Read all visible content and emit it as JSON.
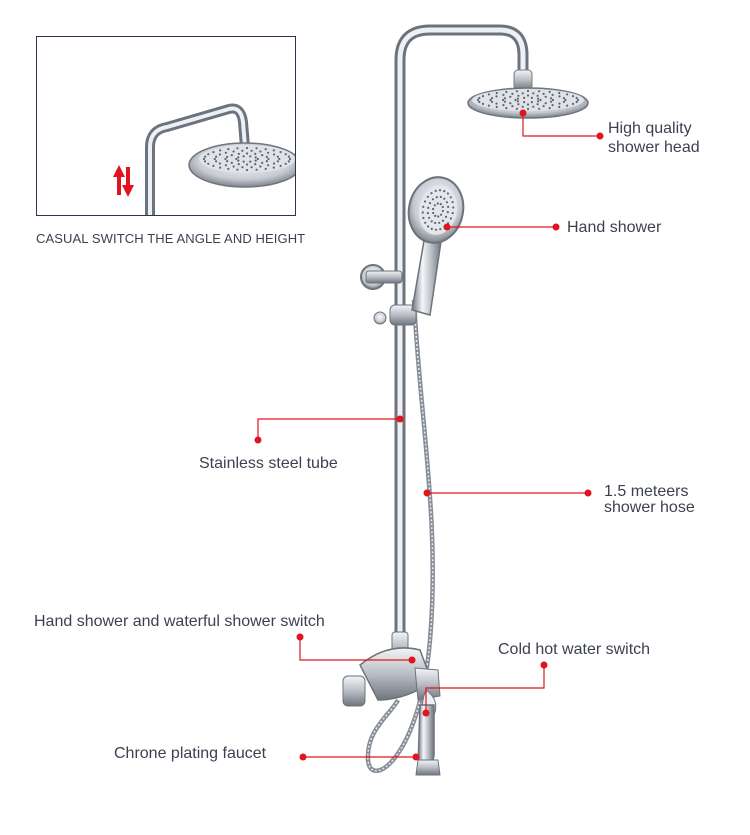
{
  "inset": {
    "caption": "CASUAL SWITCH THE ANGLE AND HEIGHT",
    "arrow_icon": "up-down-arrows-icon"
  },
  "callouts": {
    "shower_head": {
      "line1": "High quality",
      "line2": "shower head"
    },
    "hand_shower": "Hand shower",
    "tube": "Stainless steel tube",
    "hose": {
      "line1": "1.5 meteers",
      "line2": "shower hose"
    },
    "switch": "Hand shower and waterful shower switch",
    "cold_hot": "Cold hot water switch",
    "faucet": "Chrone plating faucet"
  },
  "colors": {
    "callout_red": "#e0141e",
    "frame": "#2a3550",
    "text": "#3c4150",
    "chrome_dark": "#7d838c",
    "chrome_light": "#f1f3f6"
  }
}
